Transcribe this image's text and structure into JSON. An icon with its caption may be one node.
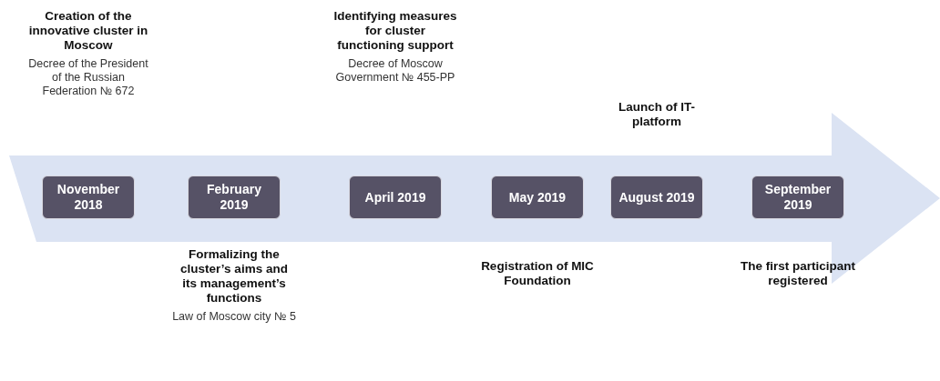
{
  "diagram": {
    "nodes": [
      {
        "text": [
          "November 2018"
        ],
        "beside": [
          "Creation of the innovative cluster in Moscow",
          "Decree of the President of the Russian Federation № 672"
        ]
      },
      {
        "text": [
          "February 2019"
        ],
        "beside": [
          "Formalizing the cluster’s aims and its management’s functions",
          "Law of Moscow city № 5"
        ]
      },
      {
        "text": [
          "April 2019"
        ],
        "beside": [
          "Identifying measures for cluster functioning support",
          "Decree of Moscow Government № 455-PP"
        ]
      },
      {
        "text": [
          "May 2019"
        ],
        "beside": [
          "Registration of MIC Foundation"
        ]
      },
      {
        "text": [
          "August 2019"
        ],
        "beside": [
          "Launch of IT-platform"
        ]
      },
      {
        "text": [
          "September 2019"
        ],
        "beside": [
          "The first participant registered"
        ]
      }
    ]
  }
}
